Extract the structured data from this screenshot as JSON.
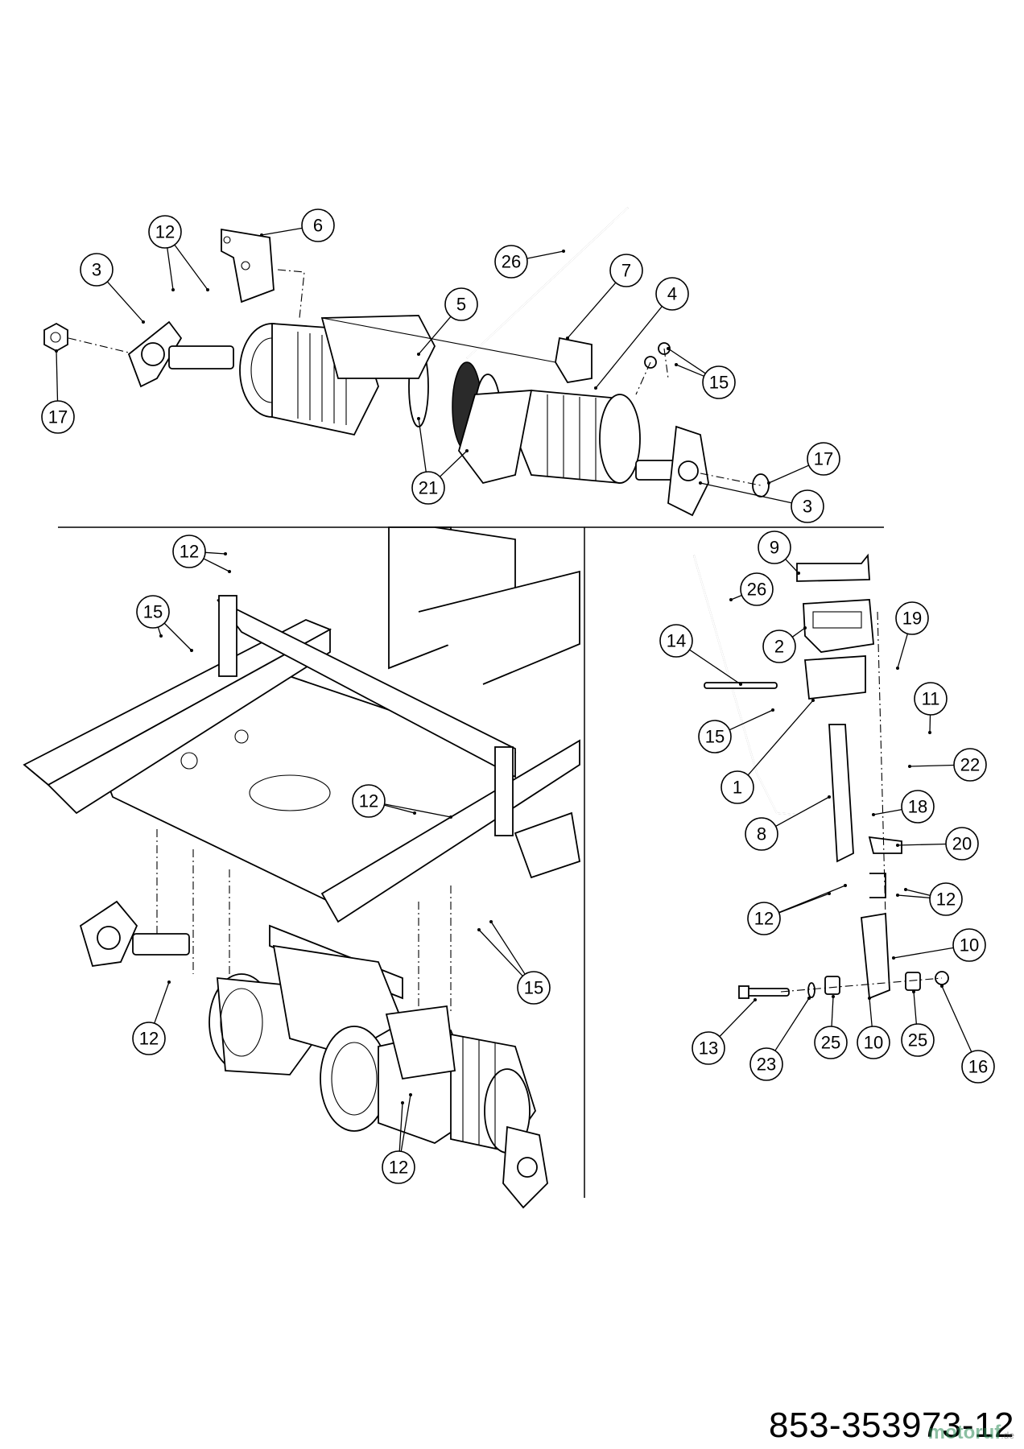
{
  "diagram": {
    "part_number": "853-353973-12",
    "watermark": {
      "brand": "motoruf",
      "tld": ".de",
      "color": "#2e8b57"
    },
    "callouts": [
      "12",
      "6",
      "26",
      "3",
      "7",
      "4",
      "5",
      "15",
      "17",
      "17",
      "21",
      "3",
      "12",
      "15",
      "9",
      "26",
      "19",
      "2",
      "14",
      "11",
      "15",
      "22",
      "1",
      "12",
      "18",
      "8",
      "20",
      "12",
      "12",
      "10",
      "15",
      "12",
      "13",
      "23",
      "25",
      "10",
      "25",
      "16",
      "12"
    ]
  }
}
